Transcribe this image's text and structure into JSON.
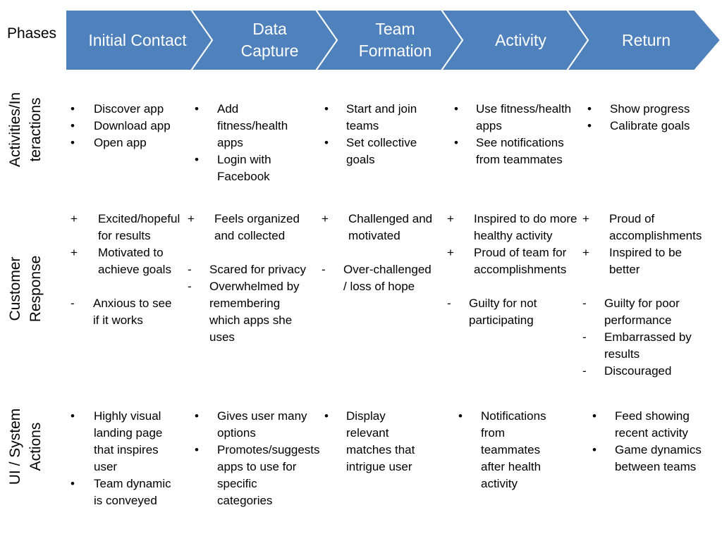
{
  "phases_label": "Phases",
  "colors": {
    "chevron_fill": "#4f81bd",
    "chevron_edge": "#ffffff",
    "text_on_chevron": "#ffffff"
  },
  "phases": [
    {
      "label": "Initial Contact"
    },
    {
      "label": "Data\nCapture"
    },
    {
      "label": "Team\nFormation"
    },
    {
      "label": "Activity"
    },
    {
      "label": "Return"
    }
  ],
  "rows": [
    {
      "label": "Activities/In\nteractions"
    },
    {
      "label": "Customer\nResponse"
    },
    {
      "label": "UI / System\nActions"
    }
  ],
  "cells": {
    "activities": [
      {
        "items": [
          {
            "m": "•",
            "t": "Discover app"
          },
          {
            "m": "•",
            "t": "Download app"
          },
          {
            "m": "•",
            "t": "Open app"
          }
        ]
      },
      {
        "items": [
          {
            "m": "•",
            "t": "Add fitness/health apps"
          },
          {
            "m": "•",
            "t": "Login with Facebook"
          }
        ]
      },
      {
        "items": [
          {
            "m": "•",
            "t": "Start and join teams"
          },
          {
            "m": "•",
            "t": "Set collective goals"
          }
        ]
      },
      {
        "items": [
          {
            "m": "•",
            "t": "Use fitness/health apps"
          },
          {
            "m": "•",
            "t": "See notifications from teammates"
          }
        ]
      },
      {
        "items": [
          {
            "m": "•",
            "t": "Show progress"
          },
          {
            "m": "•",
            "t": "Calibrate goals"
          }
        ]
      }
    ],
    "responses": [
      {
        "items": [
          {
            "m": "+",
            "t": "Excited/hopeful for results"
          },
          {
            "m": "+",
            "t": "Motivated to achieve goals"
          },
          {
            "m": "",
            "t": ""
          },
          {
            "m": "-",
            "t": "Anxious to see if it works"
          }
        ]
      },
      {
        "items": [
          {
            "m": "+",
            "t": "Feels organized and collected"
          },
          {
            "m": "",
            "t": ""
          },
          {
            "m": "-",
            "t": "Scared for privacy"
          },
          {
            "m": "-",
            "t": "Overwhelmed by remembering which apps she uses"
          }
        ]
      },
      {
        "items": [
          {
            "m": "+",
            "t": "Challenged and motivated"
          },
          {
            "m": "",
            "t": ""
          },
          {
            "m": "-",
            "t": "Over-challenged / loss of hope"
          }
        ]
      },
      {
        "items": [
          {
            "m": "+",
            "t": "Inspired to do more healthy activity"
          },
          {
            "m": "+",
            "t": "Proud of team for accomplishments"
          },
          {
            "m": "",
            "t": ""
          },
          {
            "m": "-",
            "t": "Guilty for not participating"
          }
        ]
      },
      {
        "items": [
          {
            "m": "+",
            "t": "Proud of accomplishments"
          },
          {
            "m": "+",
            "t": "Inspired to be better"
          },
          {
            "m": "",
            "t": ""
          },
          {
            "m": "-",
            "t": "Guilty for poor performance"
          },
          {
            "m": "-",
            "t": "Embarrassed by results"
          },
          {
            "m": "-",
            "t": "Discouraged"
          }
        ]
      }
    ],
    "ui_actions": [
      {
        "items": [
          {
            "m": "•",
            "t": "Highly visual landing page that inspires user"
          },
          {
            "m": "•",
            "t": "Team dynamic is conveyed"
          }
        ]
      },
      {
        "items": [
          {
            "m": "•",
            "t": "Gives user many options"
          },
          {
            "m": "•",
            "t": "Promotes/suggests apps to use for specific categories"
          }
        ]
      },
      {
        "items": [
          {
            "m": "•",
            "t": "Display relevant matches that intrigue user"
          }
        ]
      },
      {
        "items": [
          {
            "m": "•",
            "t": "Notifications from teammates after health activity"
          }
        ]
      },
      {
        "items": [
          {
            "m": "•",
            "t": "Feed showing recent activity"
          },
          {
            "m": "•",
            "t": "Game dynamics between teams"
          }
        ]
      }
    ]
  }
}
